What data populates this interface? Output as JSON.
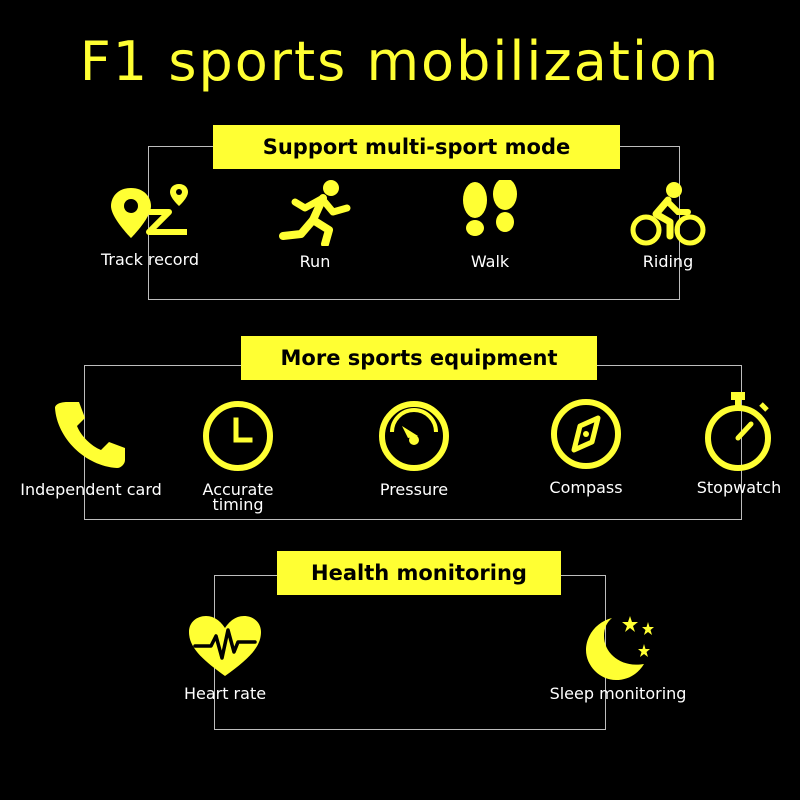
{
  "title": "F1 sports mobilization",
  "colors": {
    "accent": "#ffff33",
    "background": "#000000",
    "text": "#ffffff",
    "frame": "#bdbdbd"
  },
  "sections": [
    {
      "heading": "Support multi-sport mode",
      "items": [
        {
          "label": "Track record",
          "icon": "track-record-icon"
        },
        {
          "label": "Run",
          "icon": "run-icon"
        },
        {
          "label": "Walk",
          "icon": "footprints-icon"
        },
        {
          "label": "Riding",
          "icon": "cycling-icon"
        }
      ]
    },
    {
      "heading": "More sports equipment",
      "items": [
        {
          "label": "Independent card",
          "icon": "phone-icon"
        },
        {
          "label": "Accurate timing",
          "icon": "clock-icon"
        },
        {
          "label": "Pressure",
          "icon": "gauge-icon"
        },
        {
          "label": "Compass",
          "icon": "compass-icon"
        },
        {
          "label": "Stopwatch",
          "icon": "stopwatch-icon"
        }
      ]
    },
    {
      "heading": "Health monitoring",
      "items": [
        {
          "label": "Heart rate",
          "icon": "heart-rate-icon"
        },
        {
          "label": "Sleep monitoring",
          "icon": "moon-stars-icon"
        }
      ]
    }
  ]
}
